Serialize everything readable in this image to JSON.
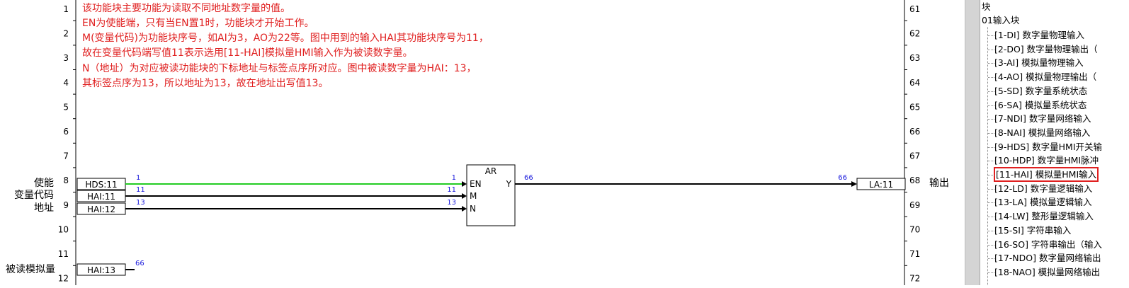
{
  "rows_left": [
    "1",
    "2",
    "3",
    "4",
    "5",
    "6",
    "7",
    "8",
    "9",
    "10",
    "11",
    "12"
  ],
  "rows_right": [
    "61",
    "62",
    "63",
    "64",
    "65",
    "66",
    "67",
    "68",
    "69",
    "70",
    "71",
    "72"
  ],
  "notes": [
    "该功能块主要功能为读取不同地址数字量的值。",
    "EN为使能端，只有当EN置1时，功能块才开始工作。",
    "M(变量代码)为功能块序号，如AI为3，AO为22等。图中用到的输入HAI其功能块序号为11，",
    "故在变量代码端写值11表示选用[11-HAI]模拟量HMI输入作为被读数字量。",
    "N（地址）为对应被读功能块的下标地址与标签点序所对应。图中被读数字量为HAI：13，",
    "其标签点序为13，所以地址为13，故在地址出写值13。"
  ],
  "labels": {
    "enable": "使能",
    "code": "变量代码",
    "address": "地址",
    "read_analog": "被读模拟量",
    "output": "输出"
  },
  "input_boxes": {
    "en": "HDS:11",
    "m": "HAI:11",
    "n": "HAI:12",
    "read": "HAI:13",
    "out": "LA:11"
  },
  "values": {
    "en_src": "1",
    "m_src": "11",
    "n_src": "13",
    "en_dst": "1",
    "m_dst": "11",
    "n_dst": "13",
    "y_src": "66",
    "y_dst": "66",
    "read_val": "66"
  },
  "block": {
    "title": "AR",
    "pin_en": "EN",
    "pin_m": "M",
    "pin_n": "N",
    "pin_y": "Y"
  },
  "colors": {
    "note_red": "#e02020",
    "value_blue": "#1a1adc",
    "enable_wire": "#22cc22",
    "selection_red": "#e02020"
  },
  "tree": {
    "root": "块",
    "group": "01输入块",
    "items": [
      "[1-DI] 数字量物理输入",
      "[2-DO] 数字量物理输出（",
      "[3-AI] 模拟量物理输入",
      "[4-AO] 模拟量物理输出（",
      "[5-SD] 数字量系统状态",
      "[6-SA] 模拟量系统状态",
      "[7-NDI] 数字量网络输入",
      "[8-NAI] 模拟量网络输入",
      "[9-HDS] 数字量HMI开关输",
      "[10-HDP] 数字量HMI脉冲",
      "[11-HAI] 模拟量HMI输入",
      "[12-LD] 数字量逻辑输入",
      "[13-LA] 模拟量逻辑输入",
      "[14-LW] 整形量逻辑输入",
      "[15-SI] 字符串输入",
      "[16-SO] 字符串输出（输入",
      "[17-NDO] 数字量网络输出",
      "[18-NAO] 模拟量网络输出"
    ],
    "selected_index": 10
  }
}
